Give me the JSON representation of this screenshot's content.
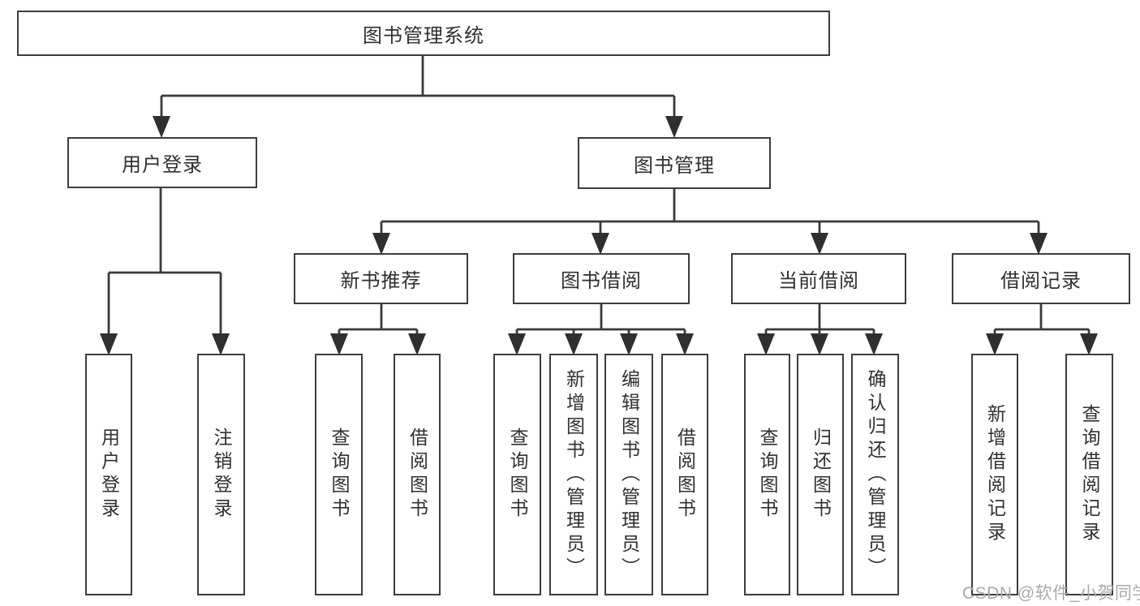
{
  "tree": {
    "root": {
      "label": "图书管理系统"
    },
    "branches": [
      {
        "label": "用户登录",
        "children": [
          {
            "label": "用户登录"
          },
          {
            "label": "注销登录"
          }
        ]
      },
      {
        "label": "图书管理",
        "sections": [
          {
            "label": "新书推荐",
            "children": [
              {
                "label": "查询图书"
              },
              {
                "label": "借阅图书"
              }
            ]
          },
          {
            "label": "图书借阅",
            "children": [
              {
                "label": "查询图书"
              },
              {
                "label": "新增图书（管理员）"
              },
              {
                "label": "编辑图书（管理员）"
              },
              {
                "label": "借阅图书"
              }
            ]
          },
          {
            "label": "当前借阅",
            "children": [
              {
                "label": "查询图书"
              },
              {
                "label": "归还图书"
              },
              {
                "label": "确认归还（管理员）"
              }
            ]
          },
          {
            "label": "借阅记录",
            "children": [
              {
                "label": "新增借阅记录"
              },
              {
                "label": "查询借阅记录"
              }
            ]
          }
        ]
      }
    ]
  },
  "watermark": {
    "text": "CSDN @软件_小贺同学"
  },
  "colors": {
    "line": "#3a3a3a",
    "border": "#3d3d3d",
    "text": "#303030",
    "watermark": "#a9a9a9",
    "background": "#ffffff"
  }
}
